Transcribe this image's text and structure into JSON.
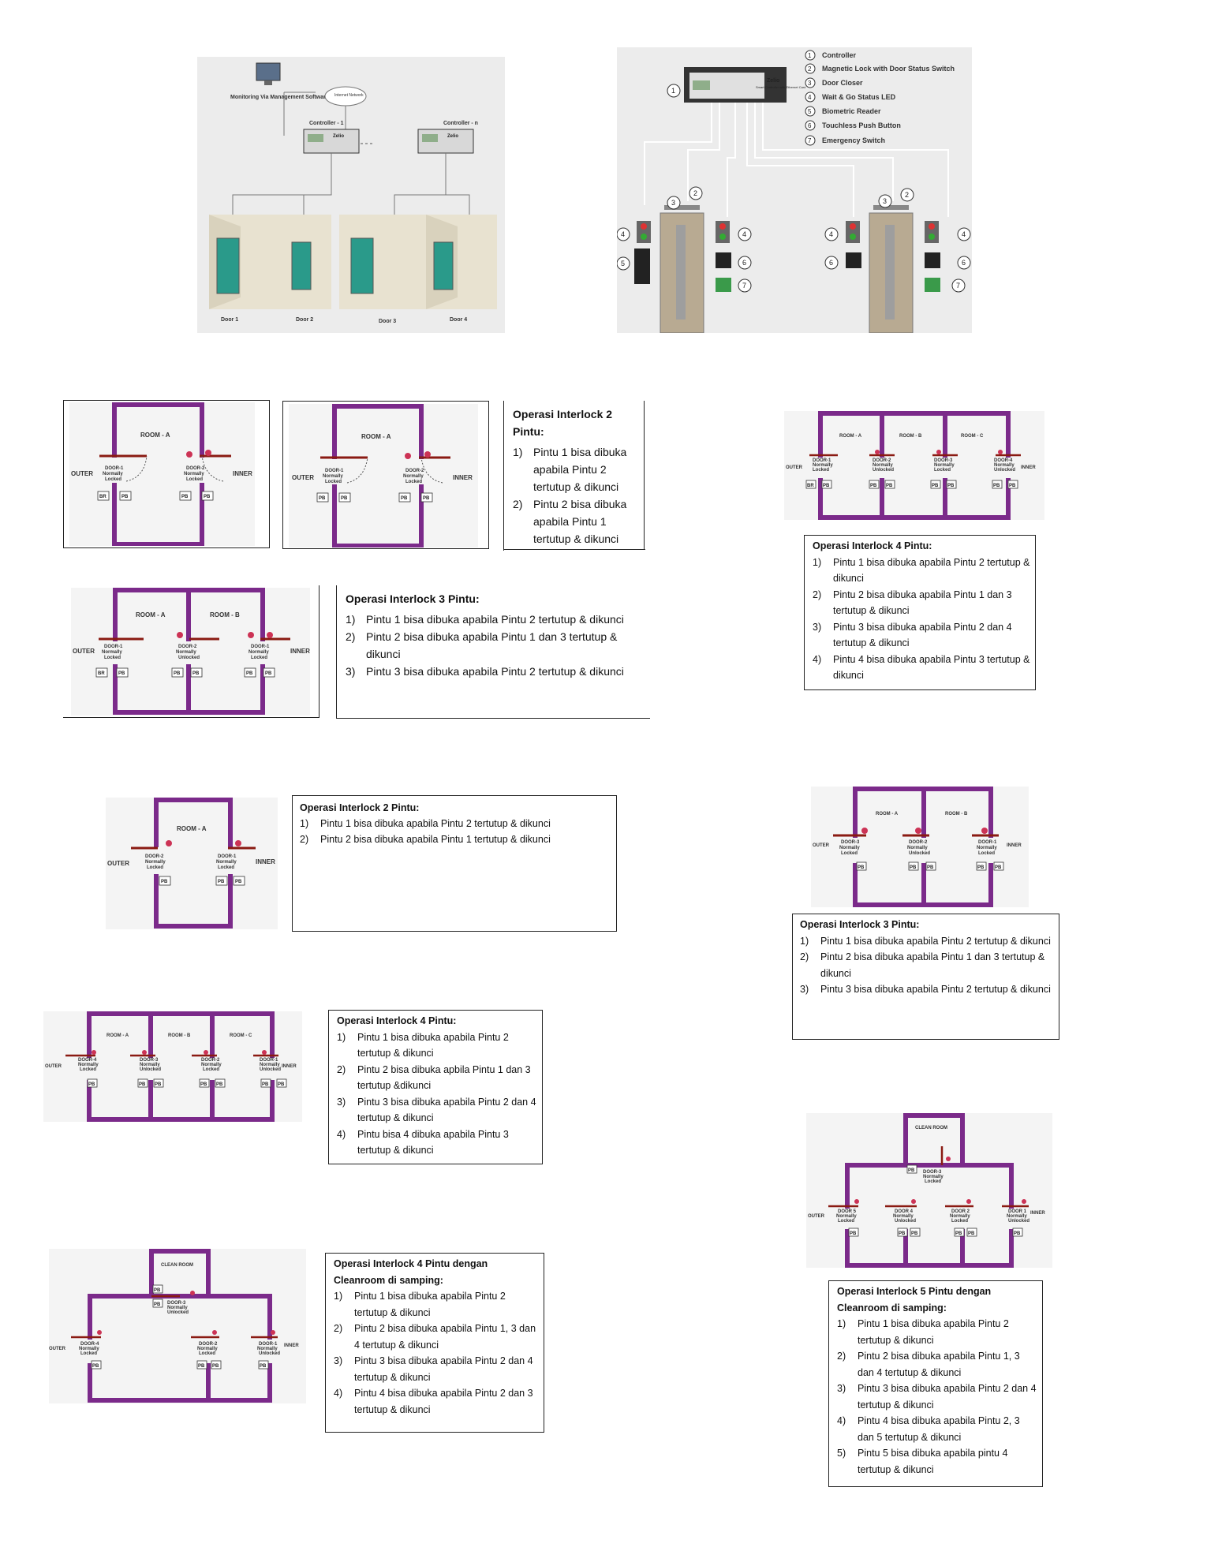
{
  "network": {
    "monitoring_label": "Monitoring Via Management Software",
    "internet_label": "Internet Network",
    "controller_1": "Controller - 1",
    "controller_n": "Controller - n",
    "brand": "Zelio",
    "doors": [
      "Door 1",
      "Door 2",
      "Door 3",
      "Door 4"
    ]
  },
  "components": {
    "legend": [
      {
        "num": "1",
        "label": "Controller"
      },
      {
        "num": "2",
        "label": "Magnetic Lock with Door Status Switch"
      },
      {
        "num": "3",
        "label": "Door Closer"
      },
      {
        "num": "4",
        "label": "Wait & Go Status LED"
      },
      {
        "num": "5",
        "label": "Biometric Reader"
      },
      {
        "num": "6",
        "label": "Touchless Push Button"
      },
      {
        "num": "7",
        "label": "Emergency Switch"
      }
    ],
    "controller_brand": "Zelio",
    "controller_sub": "Smart Controller with Ethernet Card"
  },
  "labels": {
    "outer": "OUTER",
    "inner": "INNER",
    "room_a": "ROOM - A",
    "room_b": "ROOM - B",
    "room_c": "ROOM - C",
    "clean_room": "CLEAN ROOM",
    "normally_locked": "Normally Locked",
    "normally_unlocked": "Normally Unlocked",
    "pb": "PB",
    "br": "BR"
  },
  "descriptions": {
    "d2a": {
      "title": "Operasi Interlock 2 Pintu:",
      "items": [
        "Pintu 1 bisa dibuka apabila Pintu 2 tertutup & dikunci",
        "Pintu 2 bisa dibuka apabila Pintu 1 tertutup & dikunci"
      ]
    },
    "d3a": {
      "title": "Operasi Interlock 3 Pintu:",
      "items": [
        "Pintu 1 bisa dibuka apabila Pintu 2 tertutup & dikunci",
        "Pintu 2 bisa dibuka apabila Pintu 1 dan 3 tertutup & dikunci",
        "Pintu 3 bisa dibuka apabila Pintu 2 tertutup & dikunci"
      ]
    },
    "d4a": {
      "title": "Operasi Interlock 4 Pintu:",
      "items": [
        "Pintu 1 bisa dibuka apabila Pintu 2 tertutup & dikunci",
        "Pintu 2 bisa dibuka apabila Pintu 1 dan 3 tertutup & dikunci",
        "Pintu 3 bisa dibuka apabila Pintu 2 dan 4 tertutup & dikunci",
        "Pintu 4 bisa  dibuka apabila Pintu 3 tertutup & dikunci"
      ]
    },
    "d2b": {
      "title": "Operasi Interlock 2 Pintu:",
      "items": [
        "Pintu 1 bisa dibuka apabila Pintu 2 tertutup & dikunci",
        "Pintu 2 bisa dibuka apabila Pintu 1 tertutup & dikunci"
      ]
    },
    "d3b": {
      "title": "Operasi Interlock 3 Pintu:",
      "items": [
        "Pintu 1 bisa dibuka apabila Pintu 2 tertutup  & dikunci",
        "Pintu 2 bisa dibuka apabila Pintu 1 dan 3 tertutup & dikunci",
        "Pintu 3 bisa dibuka apabila Pintu 2 tertutup & dikunci"
      ]
    },
    "d4b": {
      "title": "Operasi Interlock 4 Pintu:",
      "items": [
        "Pintu 1 bisa dibuka apabila Pintu  2 tertutup & dikunci",
        "Pintu 2 bisa dibuka apbila Pintu 1 dan 3 tertutup &dikunci",
        "Pintu 3 bisa dibuka apabila Pintu 2 dan 4 tertutup & dikunci",
        "Pintu bisa 4 dibuka apabila Pintu 3 tertutup & dikunci"
      ]
    },
    "d4c": {
      "title": "Operasi Interlock 4 Pintu dengan Cleanroom di samping:",
      "items": [
        "Pintu 1 bisa dibuka apabila Pintu 2 tertutup & dikunci",
        "Pintu 2 bisa dibuka apabila Pintu 1, 3 dan 4 tertutup & dikunci",
        "Pintu 3 bisa dibuka apabila Pintu 2 dan 4 tertutup & dikunci",
        "Pintu 4 bisa dibuka apabila Pintu 2 dan 3 tertutup & dikunci"
      ]
    },
    "d5c": {
      "title": "Operasi Interlock 5 Pintu dengan Cleanroom di samping:",
      "items": [
        "Pintu 1 bisa dibuka apabila Pintu 2 tertutup & dikunci",
        "Pintu 2 bisa dibuka apabila Pintu 1, 3 dan 4 tertutup & dikunci",
        "Pintu 3 bisa dibuka apabila Pintu 2 dan 4 tertutup &  dikunci",
        "Pintu  4 bisa  dibuka apabila Pintu 2, 3 dan 5 tertutup & dikunci",
        "Pintu 5 bisa dibuka apabila pintu 4 tertutup & dikunci"
      ]
    }
  },
  "colors": {
    "wall": "#7b2a8a",
    "door": "#8a1a12",
    "marker": "#cc3355",
    "panel": "#f4f4f4"
  }
}
